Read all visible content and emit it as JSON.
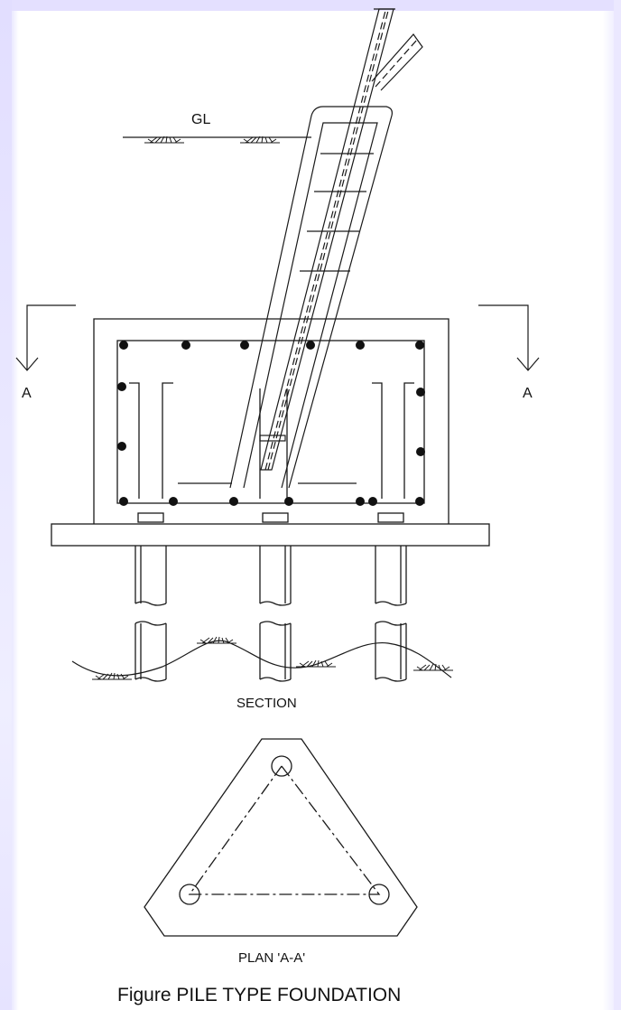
{
  "labels": {
    "ground_level": "GL",
    "section_mark_left": "A",
    "section_mark_right": "A",
    "section_title": "SECTION",
    "plan_title": "PLAN 'A-A'",
    "figure_caption": "Figure PILE TYPE FOUNDATION"
  },
  "colors": {
    "line": "#1a1a1a",
    "background": "#ffffff",
    "margin_tint": "#e6e3ff"
  }
}
